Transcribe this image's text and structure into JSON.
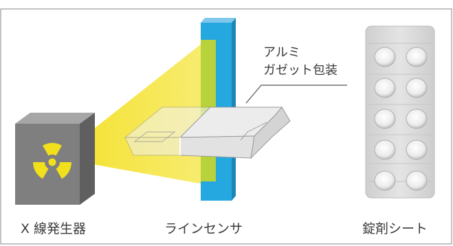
{
  "diagram": {
    "labels": {
      "xray_generator": "X 線発生器",
      "line_sensor": "ラインセンサ",
      "tablet_sheet": "錠剤シート"
    },
    "callout": {
      "line1": "アルミ",
      "line2": "ガゼット包装"
    },
    "colors": {
      "border": "#9a9a9a",
      "beam": "#f2dd2a",
      "sensor_blue": "#25a8e0",
      "sensor_green": "#b7d23a",
      "box_front": "#7f7f7f",
      "box_side": "#5f5f5f",
      "box_top": "#a6a6a6",
      "radiation_yellow": "#f2e01c",
      "package": "#e3e3e3",
      "sheet": "#d9d9d9",
      "tablet": "#f2f2f2",
      "text": "#3a3a3a"
    },
    "icons": [
      "radiation-icon"
    ]
  }
}
